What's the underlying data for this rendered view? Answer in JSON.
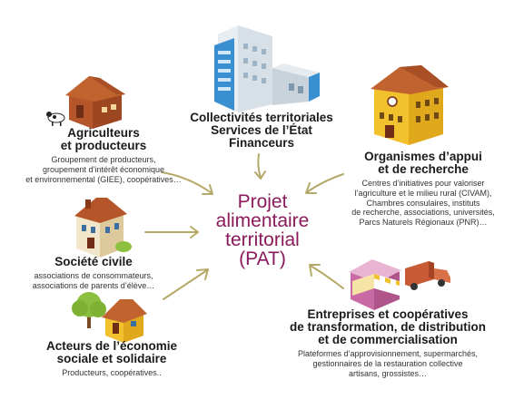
{
  "center": {
    "lines": [
      "Projet",
      "alimentaire",
      "territorial",
      "(PAT)"
    ]
  },
  "actors": {
    "collectivites": {
      "title_lines": [
        "Collectivités territoriales",
        "Services de l’État",
        "Financeurs"
      ],
      "desc_lines": []
    },
    "agriculteurs": {
      "title_lines": [
        "Agriculteurs",
        "et producteurs"
      ],
      "desc_lines": [
        "Groupement de producteurs,",
        "groupement d’intérêt économique",
        "et environnemental (GIEE), coopératives…"
      ]
    },
    "organismes": {
      "title_lines": [
        "Organismes d’appui",
        "et de recherche"
      ],
      "desc_lines": [
        "Centres d’initiatives pour valoriser",
        "l’agriculture et le milieu rural (CIVAM),",
        "Chambres consulaires, instituts",
        "de recherche, associations, universités,",
        "Parcs Naturels Régionaux (PNR)…"
      ]
    },
    "societe": {
      "title_lines": [
        "Société civile"
      ],
      "desc_lines": [
        "associations de consommateurs,",
        "associations de parents d’élève…"
      ]
    },
    "entreprises": {
      "title_lines": [
        "Entreprises et coopératives",
        "de transformation, de distribution",
        "et de commercialisation"
      ],
      "desc_lines": [
        "Plateformes d’approvisionnement, supermarchés,",
        "gestionnaires de la restauration collective",
        "artisans, grossistes…"
      ]
    },
    "ess": {
      "title_lines": [
        "Acteurs de l’économie",
        "sociale et solidaire"
      ],
      "desc_lines": [
        "Producteurs, coopératives.."
      ]
    }
  },
  "colors": {
    "center_text": "#8a1a5a",
    "arrow": "#b5a96a",
    "brick": "#b5562a",
    "roof": "#c0632f",
    "office_blue": "#3a8fd0",
    "yellow_building": "#f2c12e",
    "tree_green": "#8cbf3f",
    "truck": "#c85a35",
    "shop_pink": "#c96aa4"
  },
  "icons": [
    "office-building-icon",
    "farm-barn-icon",
    "cow-icon",
    "university-building-icon",
    "town-house-icon",
    "tree-icon",
    "yellow-house-icon",
    "shop-icon",
    "delivery-truck-icon"
  ]
}
